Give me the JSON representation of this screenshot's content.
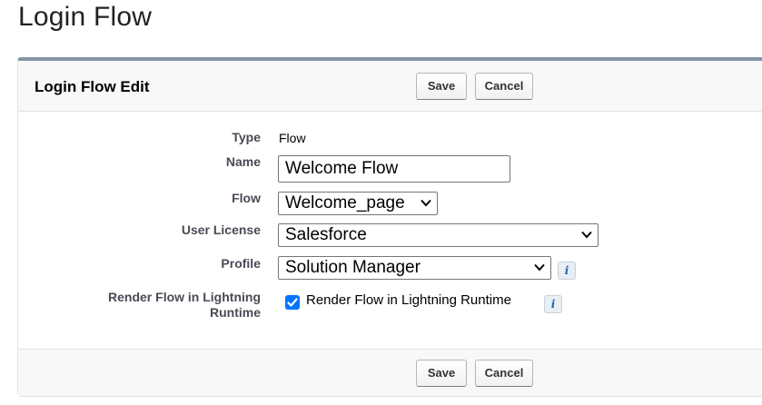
{
  "page": {
    "title": "Login Flow"
  },
  "panel": {
    "title": "Login Flow Edit",
    "buttons": {
      "save": "Save",
      "cancel": "Cancel"
    }
  },
  "form": {
    "type": {
      "label": "Type",
      "value": "Flow"
    },
    "name": {
      "label": "Name",
      "value": "Welcome Flow"
    },
    "flow": {
      "label": "Flow",
      "value": "Welcome_page"
    },
    "user_license": {
      "label": "User License",
      "value": "Salesforce"
    },
    "profile": {
      "label": "Profile",
      "value": "Solution Manager",
      "info_icon": "i"
    },
    "render_flow": {
      "label_line1": "Render Flow in Lightning",
      "label_line2": "Runtime",
      "checkbox_label": "Render Flow in Lightning Runtime",
      "checked": true,
      "info_icon": "i"
    }
  },
  "colors": {
    "panel_border_top": "#8494a6",
    "checkbox": "#0075ff",
    "info_icon": "#1b66b3"
  },
  "icons": {
    "dropdown": "chevron-down-icon",
    "info": "info-icon",
    "check": "checkmark-icon"
  }
}
